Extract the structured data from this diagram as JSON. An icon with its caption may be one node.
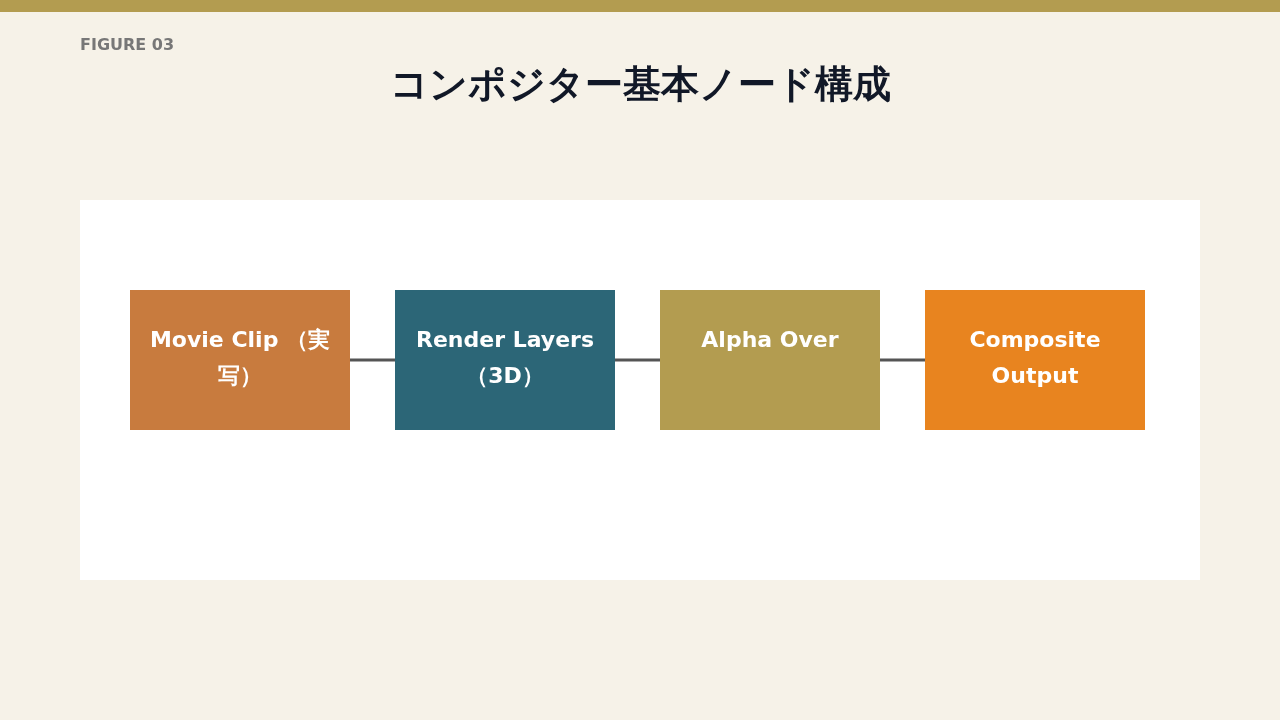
{
  "diagram": {
    "title": "コンポジター基本ノード構成",
    "nodes": [
      {
        "text": [
          "Movie Clip （実写）"
        ]
      },
      {
        "text": [
          "Render Layers （3D）"
        ]
      },
      {
        "text": [
          "Alpha Over"
        ]
      },
      {
        "text": [
          "Composite Output"
        ]
      }
    ],
    "edges": [
      {
        "from": 0,
        "to": 1,
        "arrow": "none"
      },
      {
        "from": 1,
        "to": 2,
        "arrow": "none"
      },
      {
        "from": 2,
        "to": 3,
        "arrow": "none"
      }
    ],
    "labels": [
      "FIGURE 03"
    ]
  }
}
